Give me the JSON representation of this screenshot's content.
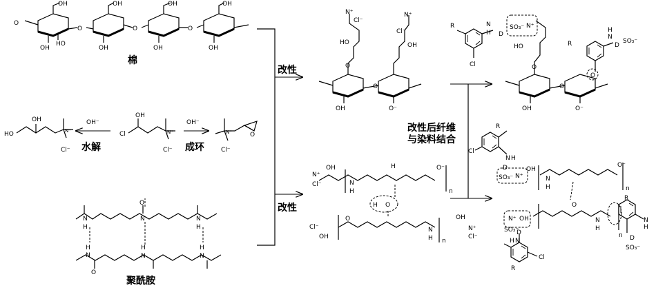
{
  "labels": {
    "cotton": "棉",
    "polyamide": "聚酰胺",
    "modify_top": "改性",
    "modify_bottom": "改性",
    "hydrolysis": "水解",
    "cyclization": "成环",
    "combine_line1": "改性后纤维",
    "combine_line2": "与染料结合"
  },
  "atoms": {
    "oh": "OH",
    "ho": "HO",
    "o": "O",
    "n": "N",
    "h": "H",
    "cl": "Cl",
    "cl_minus": "Cl⁻",
    "oh_minus": "OH⁻",
    "o_minus": "O⁻",
    "n_plus": "N⁺",
    "r": "R",
    "d": "D",
    "so3": "SO₃⁻",
    "n_sub": "n"
  }
}
